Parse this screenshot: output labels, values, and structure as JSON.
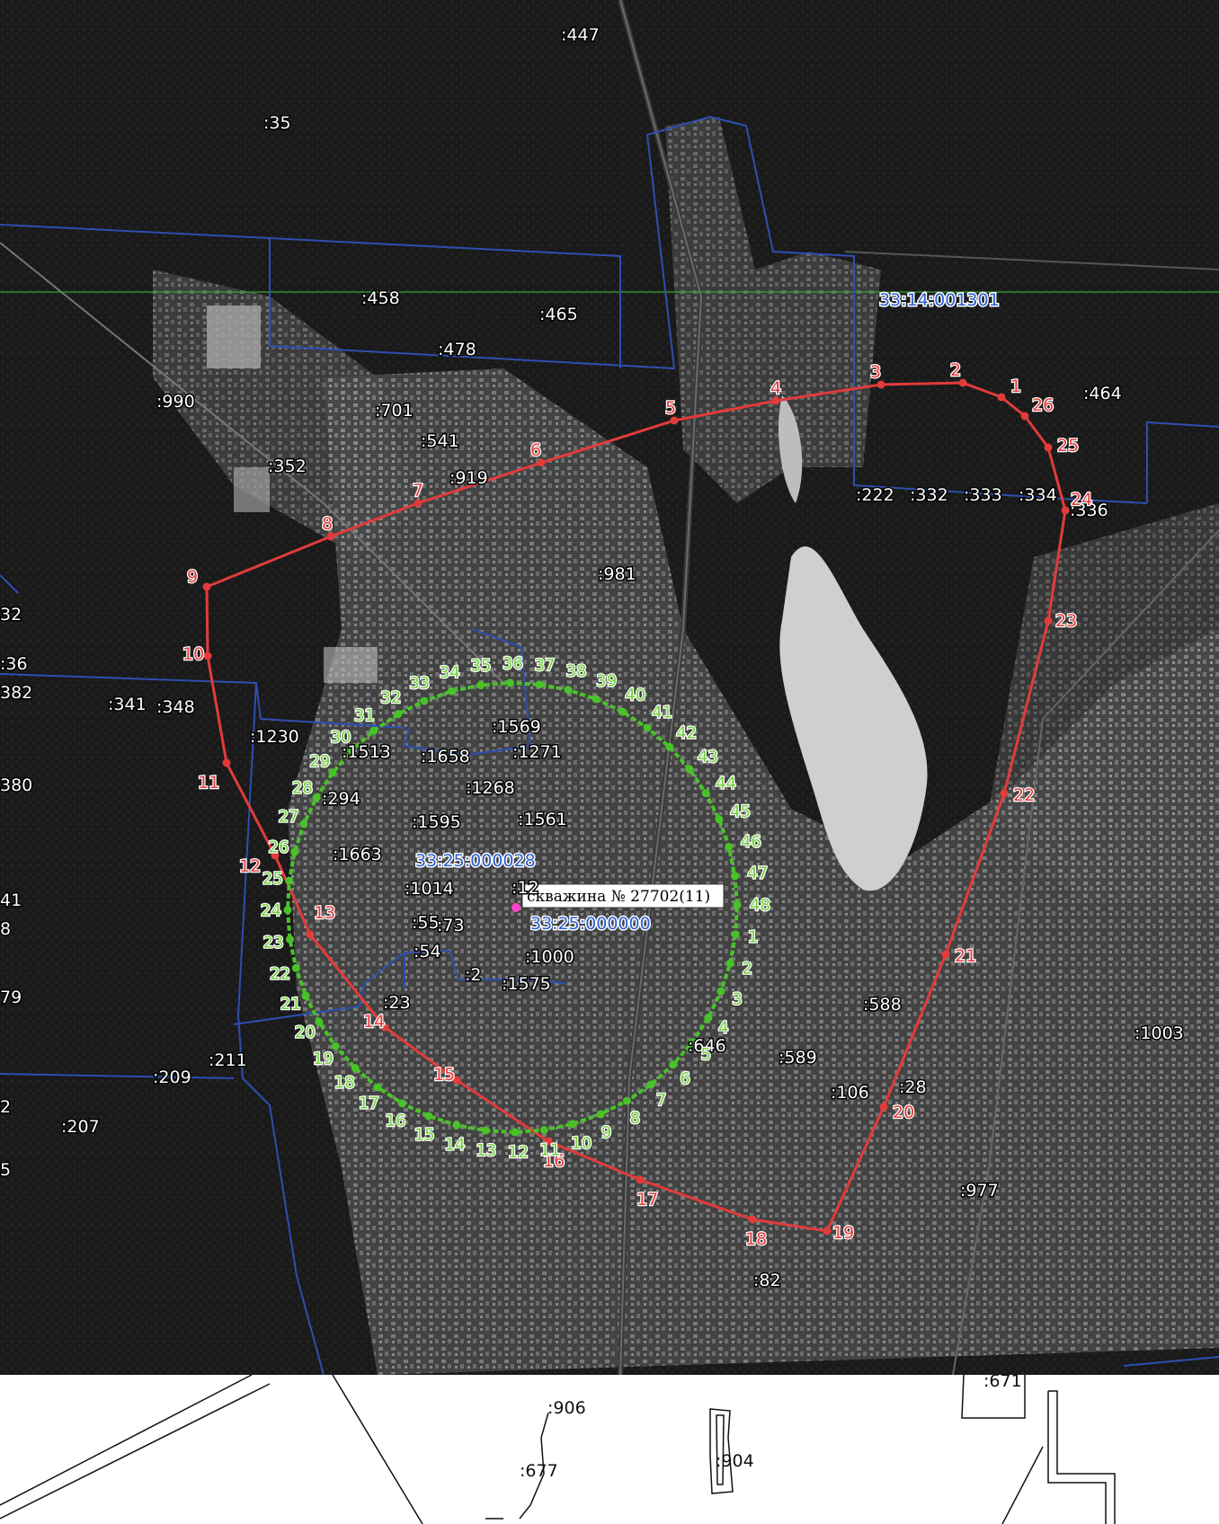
{
  "map": {
    "quarter_labels": {
      "north": "33:14:001301",
      "center": "33:25:000028",
      "well_quarter": "33:25:000000"
    },
    "well": {
      "label": "скважина № 27702(11)"
    },
    "parcel_labels": [
      ":447",
      ":35",
      ":458",
      ":465",
      ":478",
      ":990",
      ":701",
      ":541",
      ":352",
      ":919",
      ":981",
      ":464",
      ":222",
      ":332",
      ":333",
      ":334",
      ":336",
      "32",
      ":36",
      "382",
      ":341",
      ":348",
      ":1230",
      "380",
      ":1569",
      ":1271",
      ":1513",
      ":1658",
      ":1268",
      ":294",
      ":1595",
      ":1561",
      ":1663",
      ":1014",
      ":12",
      ":55",
      ":73",
      "41",
      "8",
      ":54",
      ":1000",
      ":2",
      ":1575",
      "79",
      ":23",
      ":588",
      ":1003",
      ":646",
      ":589",
      ":211",
      ":209",
      ":106",
      ":28",
      "2",
      ":207",
      "5",
      ":977",
      ":82",
      ":671",
      ":906",
      ":904",
      ":677"
    ],
    "red_points": [
      "1",
      "2",
      "3",
      "4",
      "5",
      "6",
      "7",
      "8",
      "9",
      "10",
      "11",
      "12",
      "13",
      "14",
      "15",
      "16",
      "17",
      "18",
      "19",
      "20",
      "21",
      "22",
      "23",
      "24",
      "25",
      "26"
    ],
    "green_points": [
      "1",
      "2",
      "3",
      "4",
      "5",
      "6",
      "7",
      "8",
      "9",
      "10",
      "11",
      "12",
      "13",
      "14",
      "15",
      "16",
      "17",
      "18",
      "19",
      "20",
      "21",
      "22",
      "23",
      "24",
      "25",
      "26",
      "27",
      "28",
      "29",
      "30",
      "31",
      "32",
      "33",
      "34",
      "35",
      "36",
      "37",
      "38",
      "39",
      "40",
      "41",
      "42",
      "43",
      "44",
      "45",
      "46",
      "47",
      "48"
    ],
    "colors": {
      "red_zone": "#e23b3b",
      "green_zone": "#49c22a",
      "cadastral_border": "#2d4fb0",
      "grid_line": "#33a533",
      "well_point": "#ff44cc",
      "satellite_dark": "#1d1d1d"
    }
  }
}
